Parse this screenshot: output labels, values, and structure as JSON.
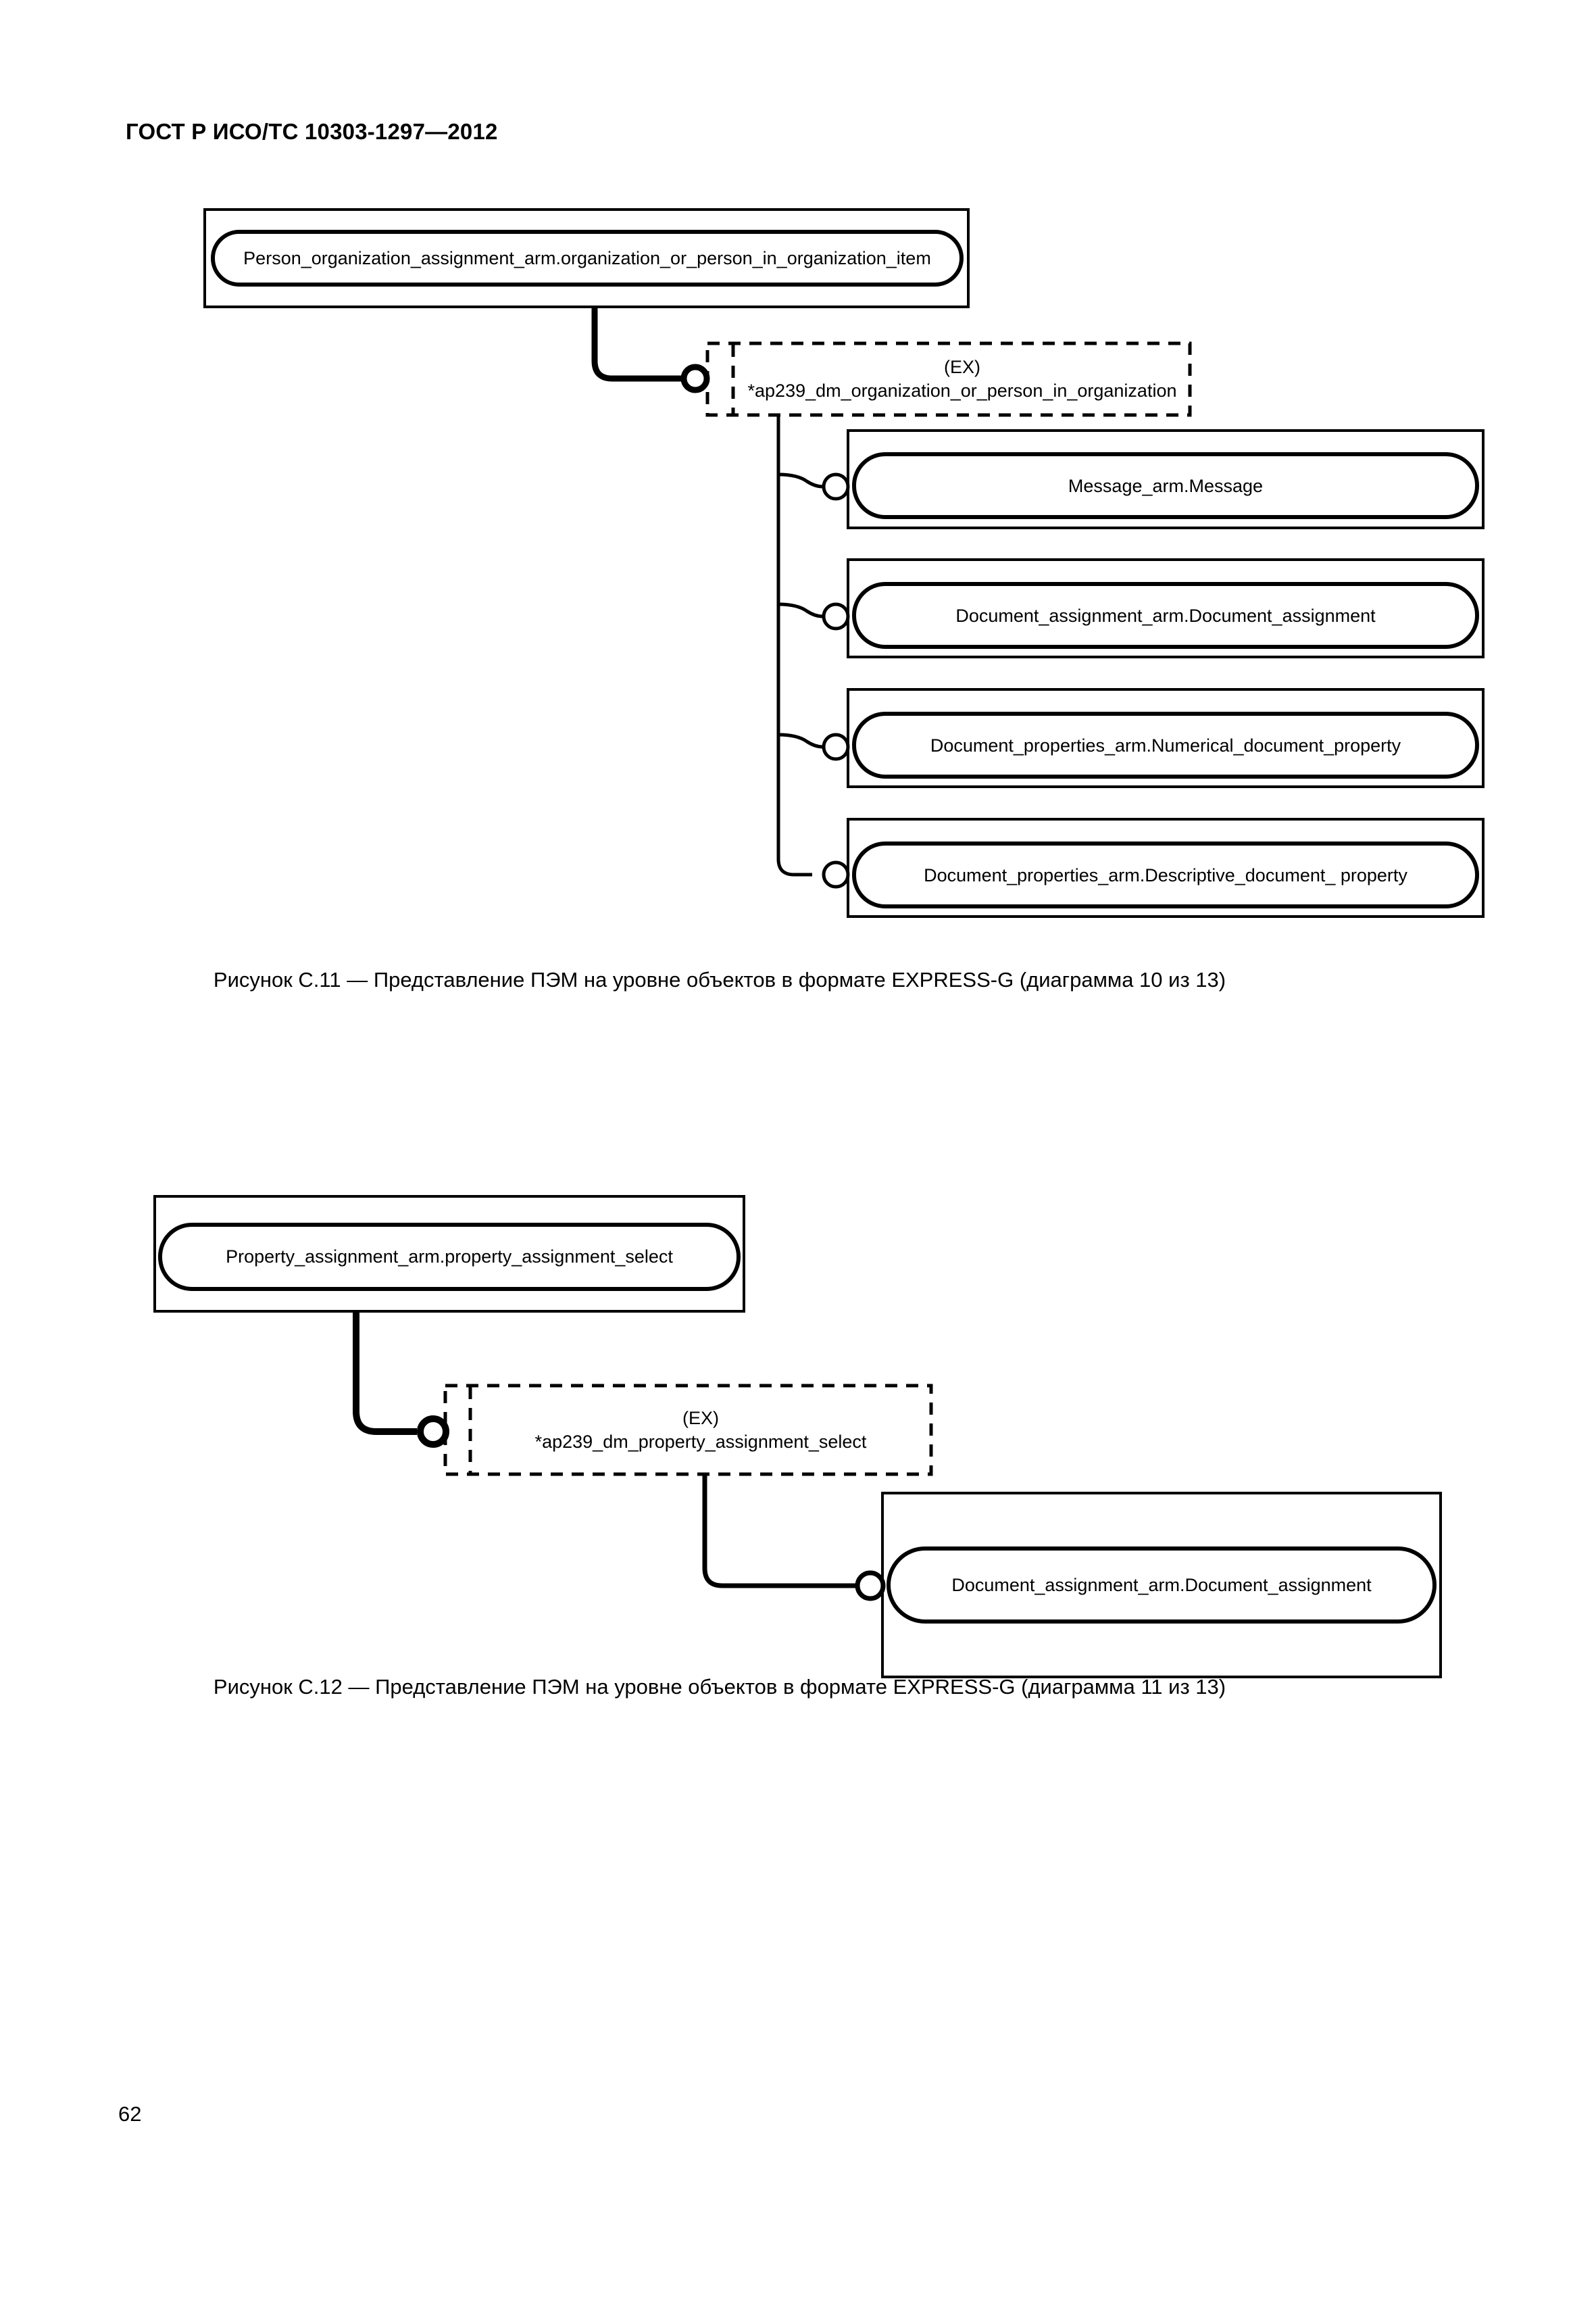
{
  "document": {
    "header": "ГОСТ Р ИСО/ТС 10303-1297—2012",
    "page_number": "62"
  },
  "figures": [
    {
      "id": "C.11",
      "caption": "Рисунок  С.11 — Представление ПЭМ на уровне объектов в формате EXPRESS-G (диаграмма 10 из 13)",
      "nodes": {
        "root_select": "Person_organization_assignment_arm.organization_or_person_in_organization_item",
        "ex_tag": "(EX)",
        "ex_name": "*ap239_dm_organization_or_person_in_organization",
        "children": [
          "Message_arm.Message",
          "Document_assignment_arm.Document_assignment",
          "Document_properties_arm.Numerical_document_property",
          "Document_properties_arm.Descriptive_document_ property"
        ]
      }
    },
    {
      "id": "C.12",
      "caption": "Рисунок  С.12 — Представление ПЭМ на уровне объектов в формате EXPRESS-G (диаграмма 11 из 13)",
      "nodes": {
        "root_select": "Property_assignment_arm.property_assignment_select",
        "ex_tag": "(EX)",
        "ex_name": "*ap239_dm_property_assignment_select",
        "children": [
          "Document_assignment_arm.Document_assignment"
        ]
      }
    }
  ],
  "style": {
    "ink": "#000000",
    "paper": "#ffffff"
  }
}
